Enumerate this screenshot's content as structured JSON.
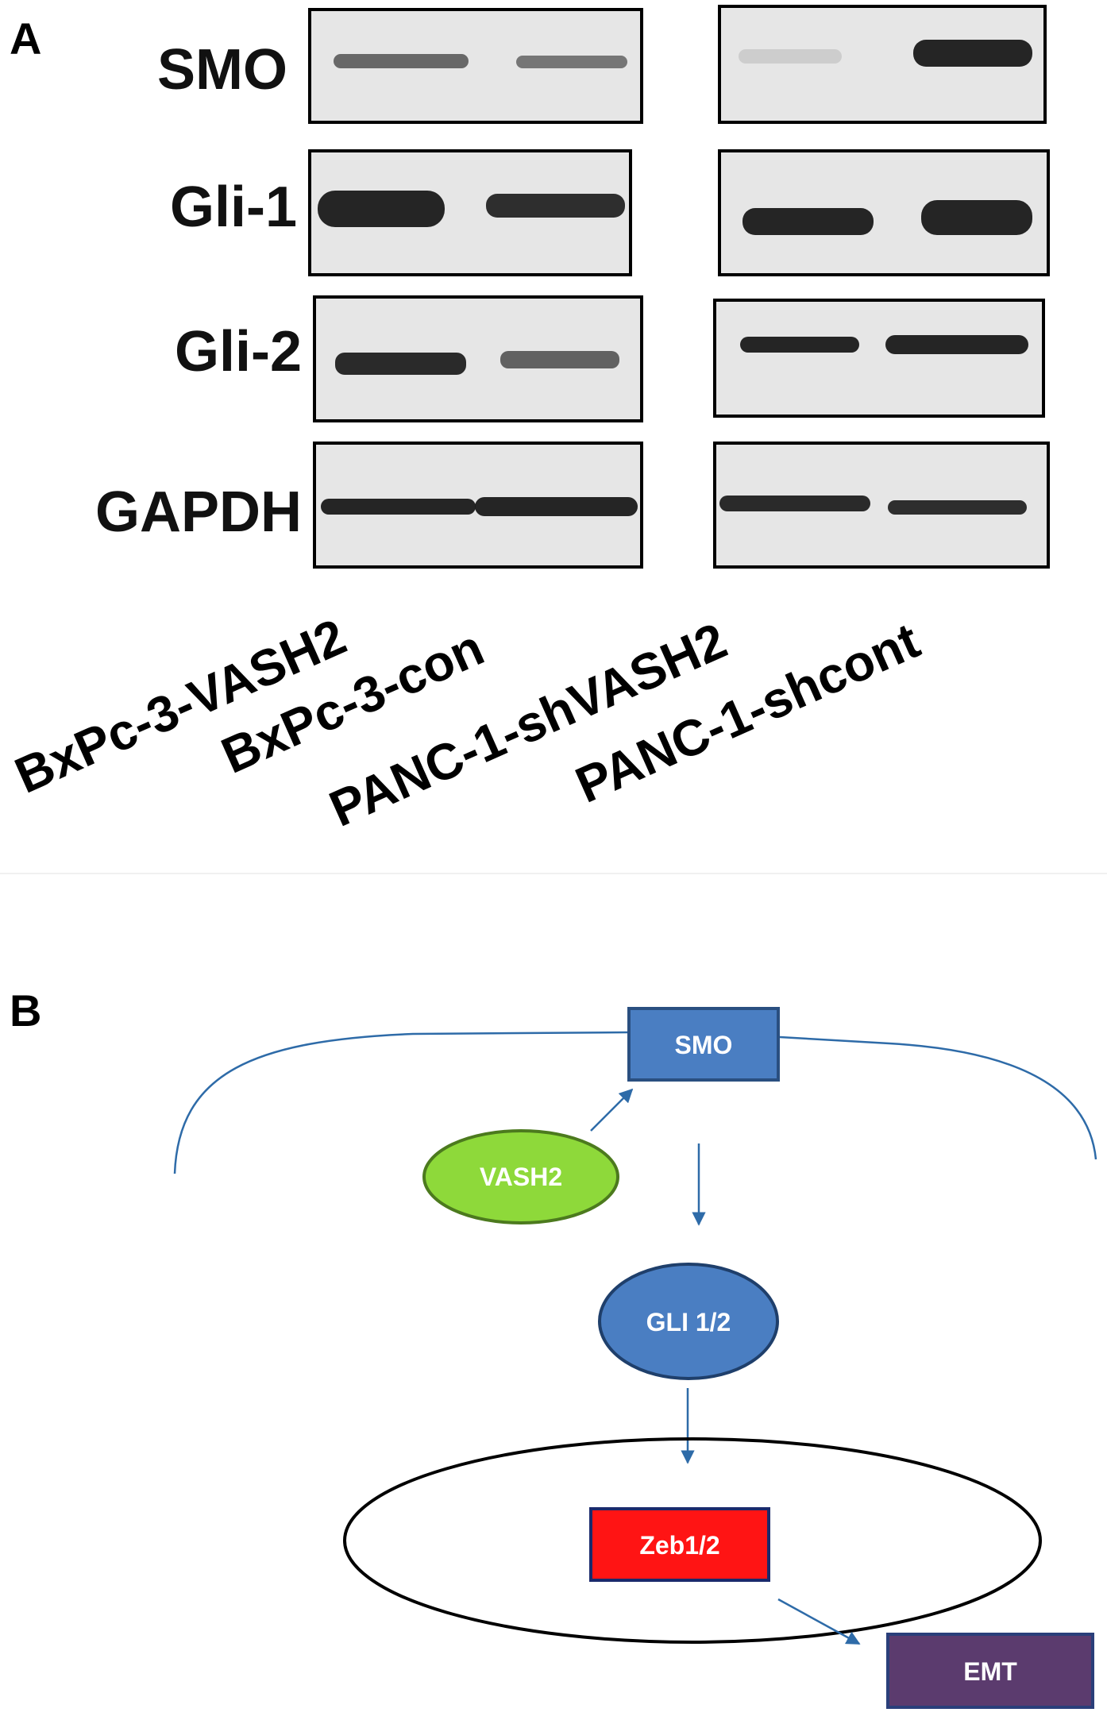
{
  "panel_a": {
    "label": "A",
    "proteins": [
      "SMO",
      "Gli-1",
      "Gli-2",
      "GAPDH"
    ],
    "lanes": [
      "BxPc-3-VASH2",
      "BxPc-3-con",
      "PANC-1-shVASH2",
      "PANC-1-shcont"
    ]
  },
  "panel_b": {
    "label": "B",
    "nodes": {
      "smo": "SMO",
      "vash2": "VASH2",
      "gli": "GLI 1/2",
      "zeb": "Zeb1/2",
      "emt": "EMT"
    },
    "colors": {
      "smo": "#4a7ec2",
      "vash2": "#8ed93a",
      "gli": "#4a7ec2",
      "zeb": "#ff1414",
      "emt": "#5b3b6e",
      "connector": "#2e6ba8"
    }
  }
}
